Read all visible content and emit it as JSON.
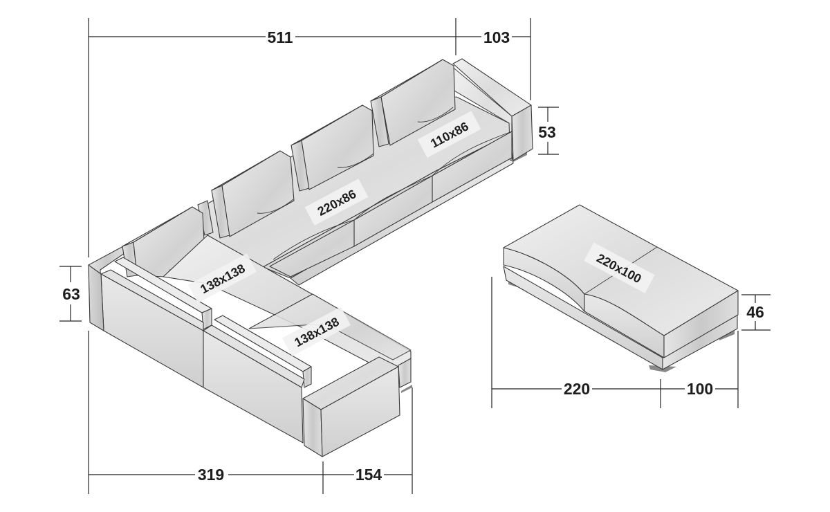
{
  "diagram": {
    "type": "furniture-dimension-drawing",
    "subject": "Corner sectional sofa with ottoman (isometric view)",
    "units": "cm",
    "dimensions": {
      "top_length": "511",
      "top_depth": "103",
      "right_arm_height": "53",
      "left_back_height": "63",
      "bottom_length": "319",
      "bottom_depth": "154",
      "ottoman_height": "46",
      "ottoman_length": "220",
      "ottoman_depth": "100"
    },
    "modules": {
      "end_seat": "110x86",
      "middle_seat": "220x86",
      "corner_seat": "138x138",
      "chaise_seat": "138x138",
      "ottoman": "220x100"
    }
  }
}
